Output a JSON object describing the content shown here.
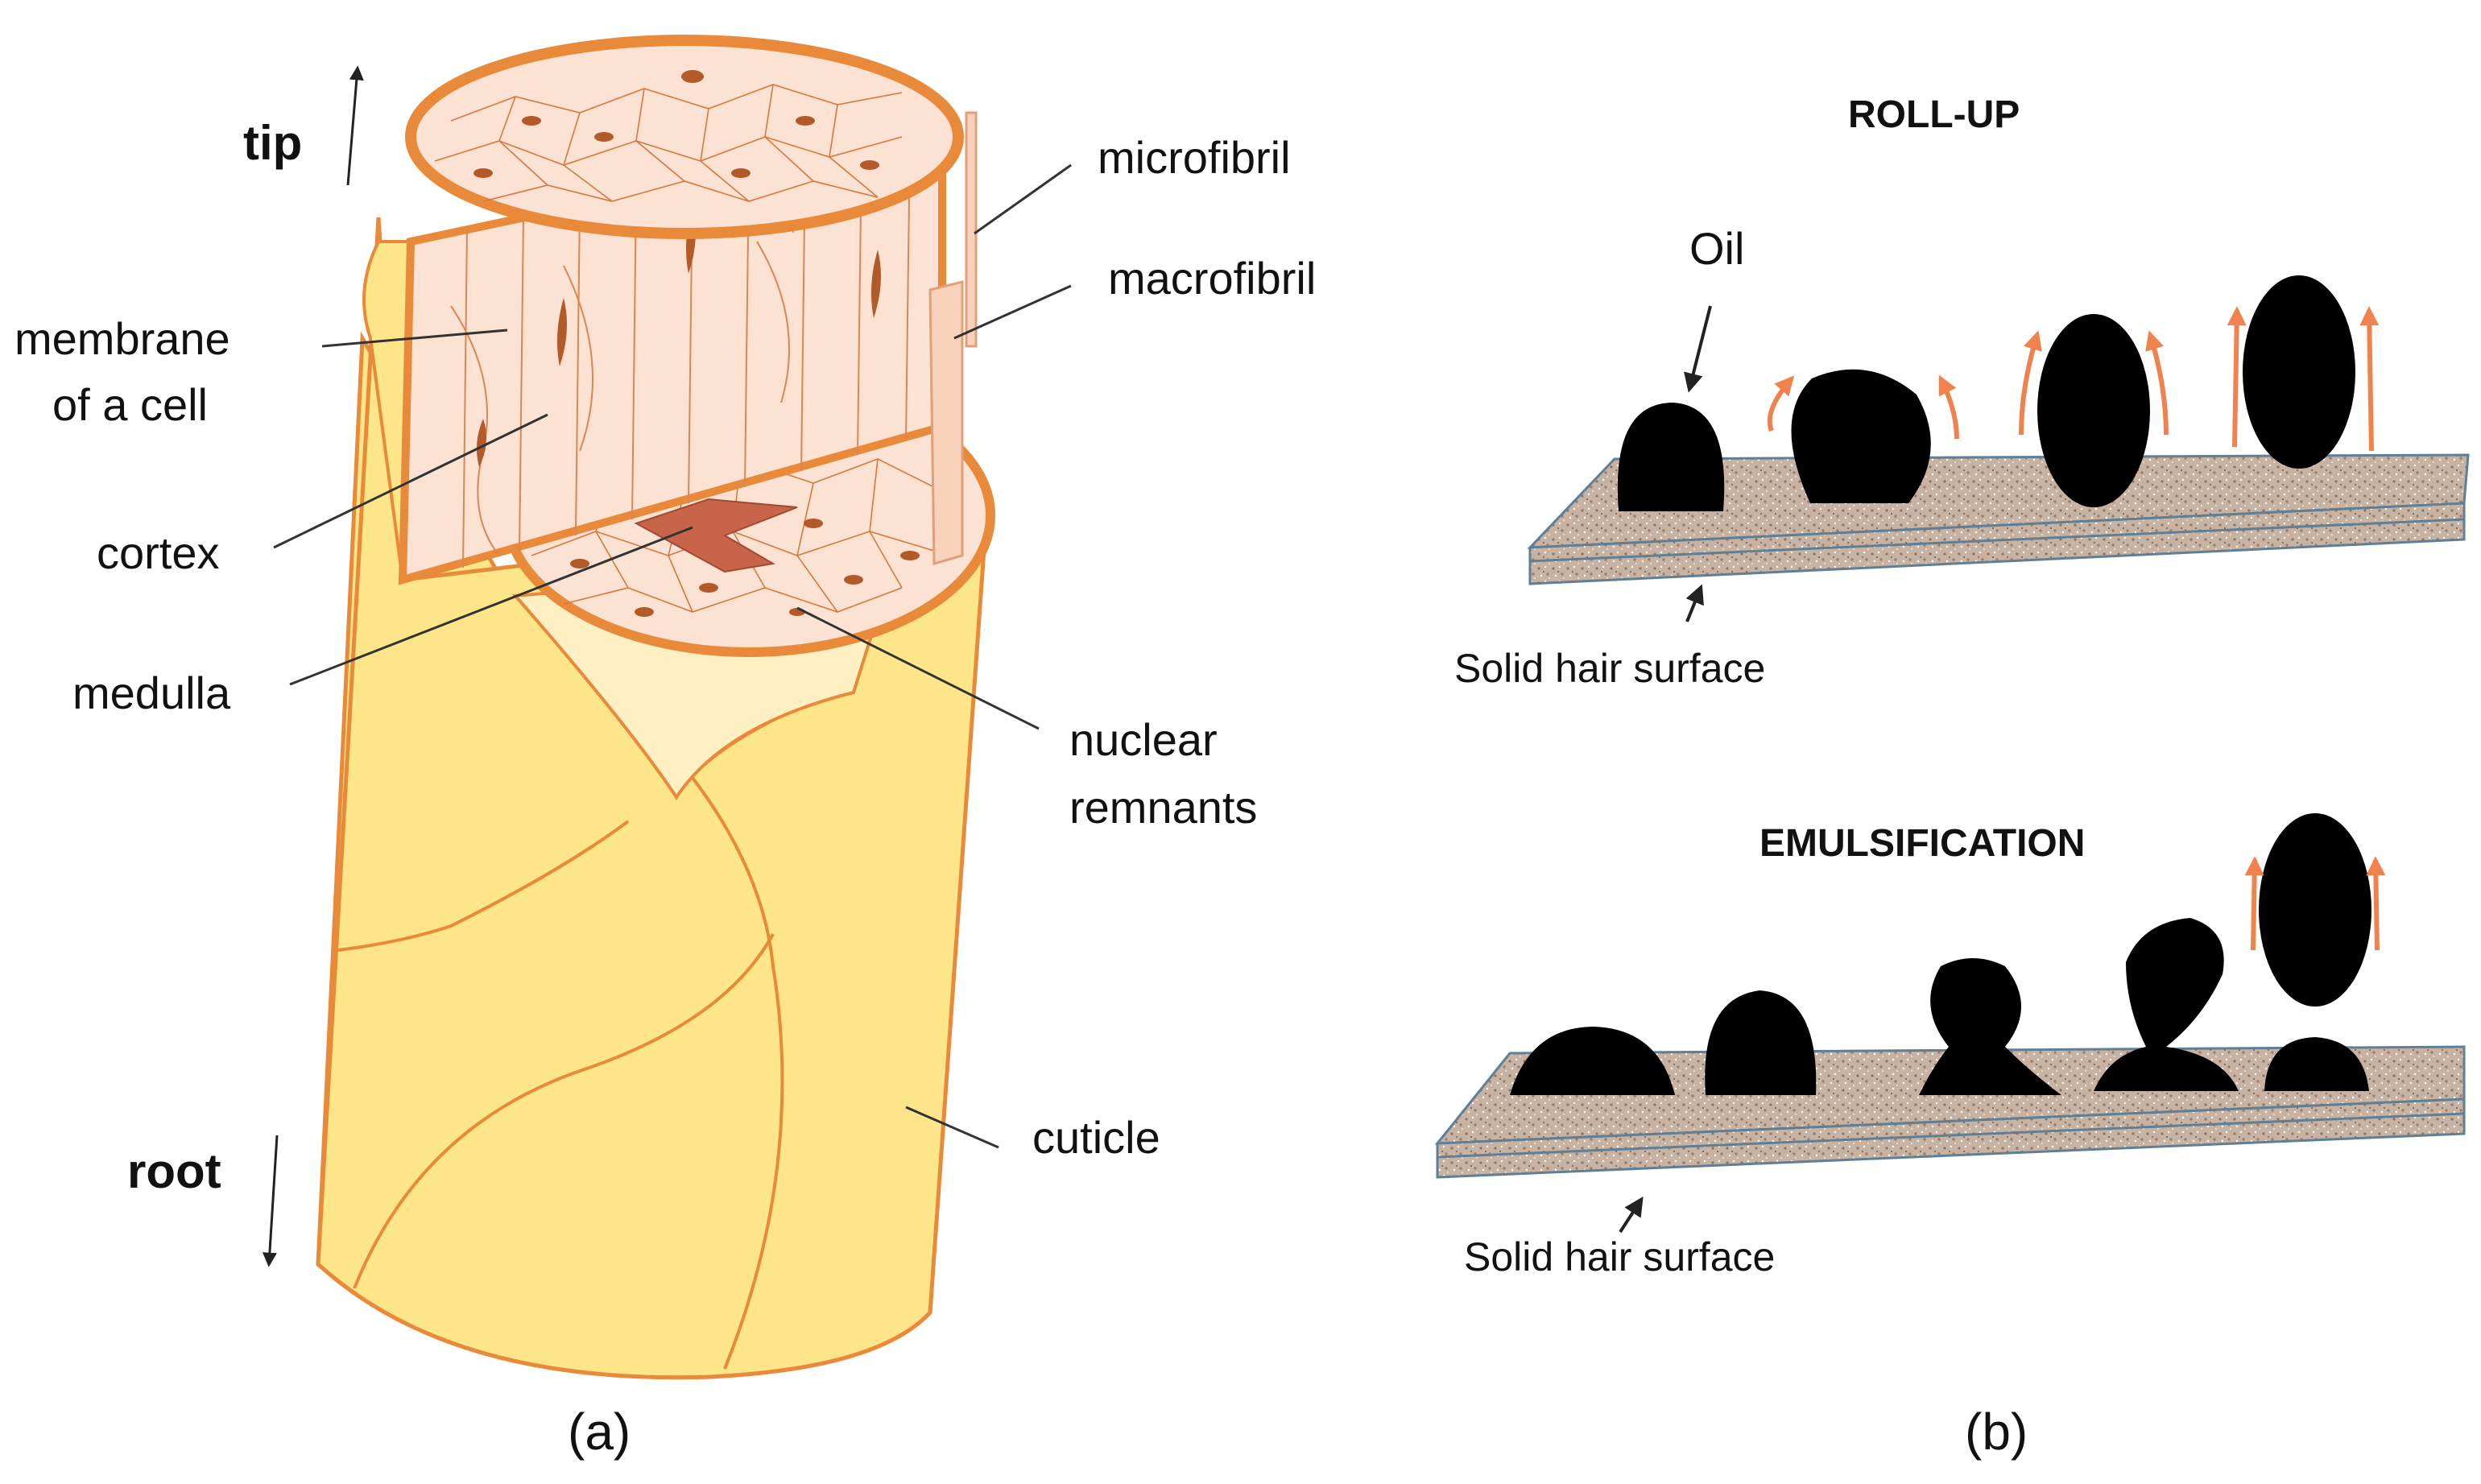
{
  "panel_a": {
    "caption": "(a)",
    "tip_label": "tip",
    "root_label": "root",
    "labels": {
      "microfibril": "microfibril",
      "macrofibril": "macrofibril",
      "membrane_line1": "membrane",
      "membrane_line2": "of a cell",
      "cortex": "cortex",
      "medulla": "medulla",
      "nuclear_line1": "nuclear",
      "nuclear_line2": "remnants",
      "cuticle": "cuticle"
    },
    "colors": {
      "cuticle_fill": "#fde58a",
      "cuticle_outline": "#e88a3a",
      "cortex_fill": "#fbe2d2",
      "cell_lines": "#d6793f",
      "medulla": "#c8644a"
    }
  },
  "panel_b": {
    "caption": "(b)",
    "rollup": {
      "title": "ROLL-UP",
      "oil_label": "Oil",
      "surface_label": "Solid hair surface"
    },
    "emulsification": {
      "title": "EMULSIFICATION",
      "surface_label": "Solid hair surface"
    },
    "colors": {
      "oil": "#000000",
      "arrows": "#f0834d",
      "surface": "#c9b6a6"
    }
  }
}
